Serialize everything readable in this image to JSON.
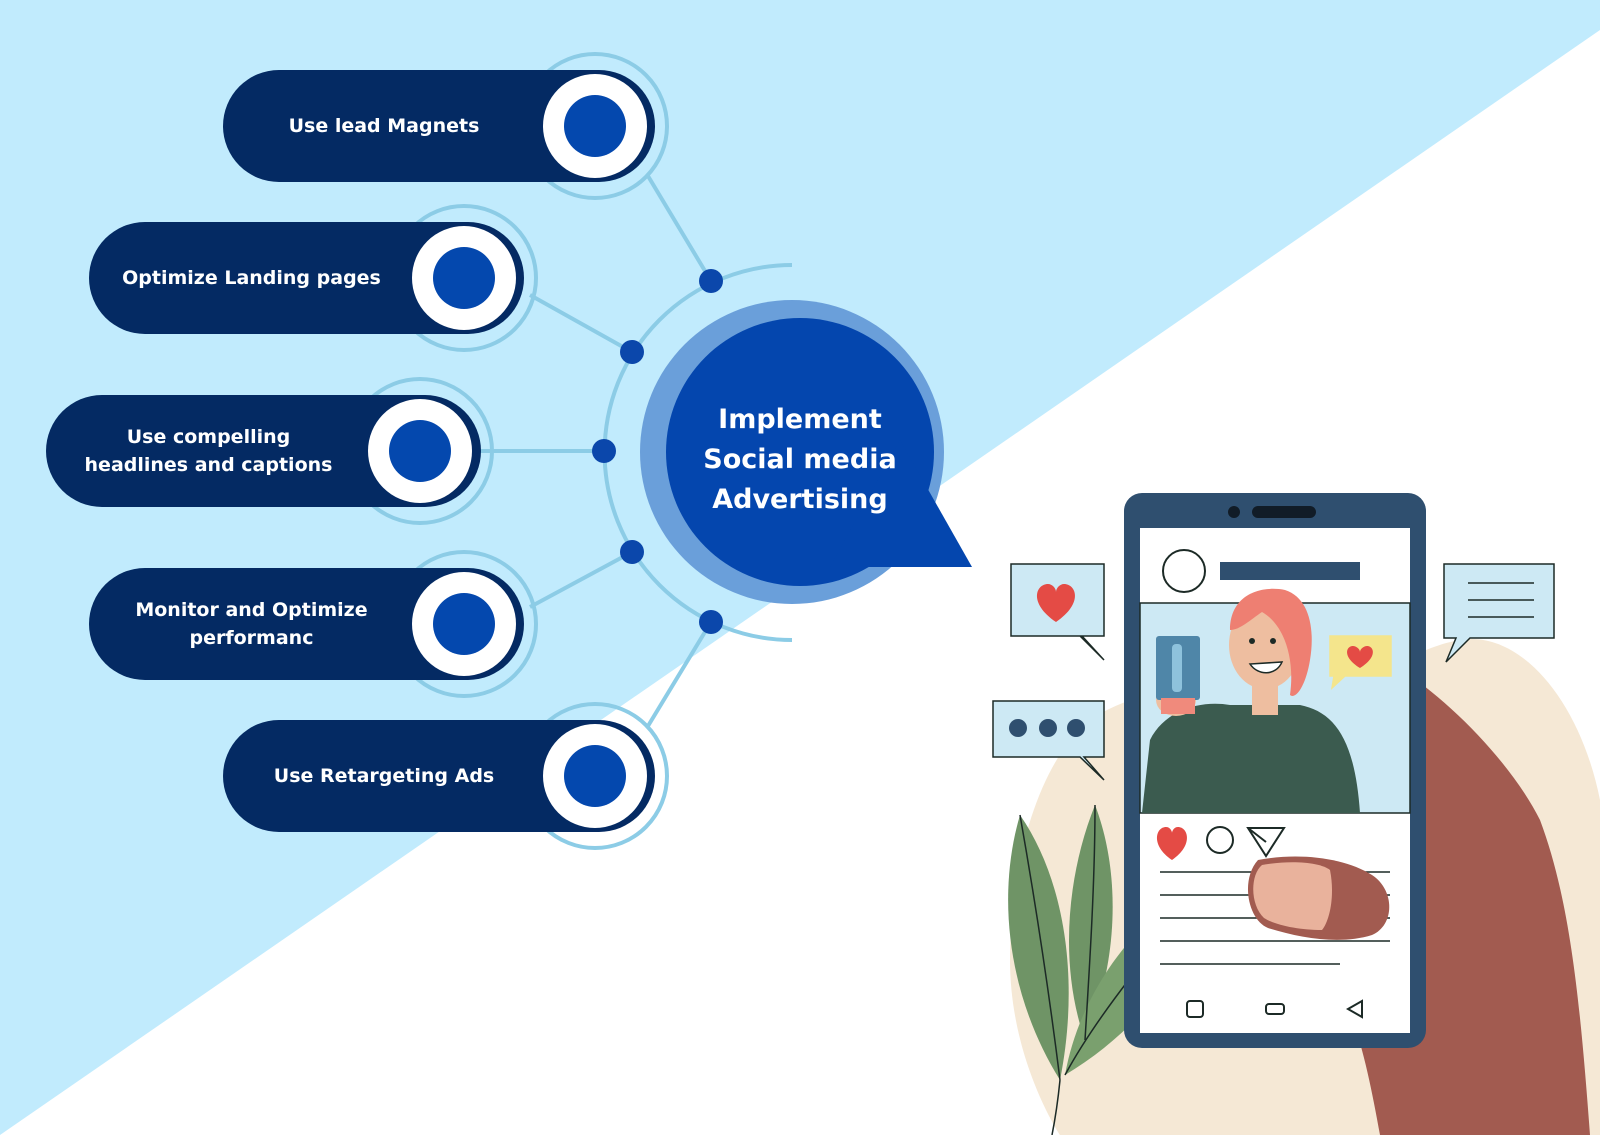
{
  "colors": {
    "background_light_blue": "#c1ebfd",
    "pill_navy": "#042a63",
    "knob_blue": "#0448ae",
    "ring_light": "#8ccce6",
    "hub_outer": "#6a9fda",
    "hub_inner": "#0446ae",
    "connector_dot": "#0b47ab"
  },
  "hub": {
    "title": "Implement\nSocial media\nAdvertising"
  },
  "steps": [
    {
      "label": "Use lead Magnets"
    },
    {
      "label": "Optimize Landing pages"
    },
    {
      "label": "Use compelling\nheadlines and captions"
    },
    {
      "label": "Monitor and Optimize\nperformanc"
    },
    {
      "label": "Use Retargeting Ads"
    }
  ],
  "illustration": {
    "subject": "hand-holding-smartphone-with-social-post",
    "icons": [
      "heart-icon",
      "comment-icon",
      "send-icon",
      "typing-dots-icon",
      "message-lines-icon"
    ]
  }
}
